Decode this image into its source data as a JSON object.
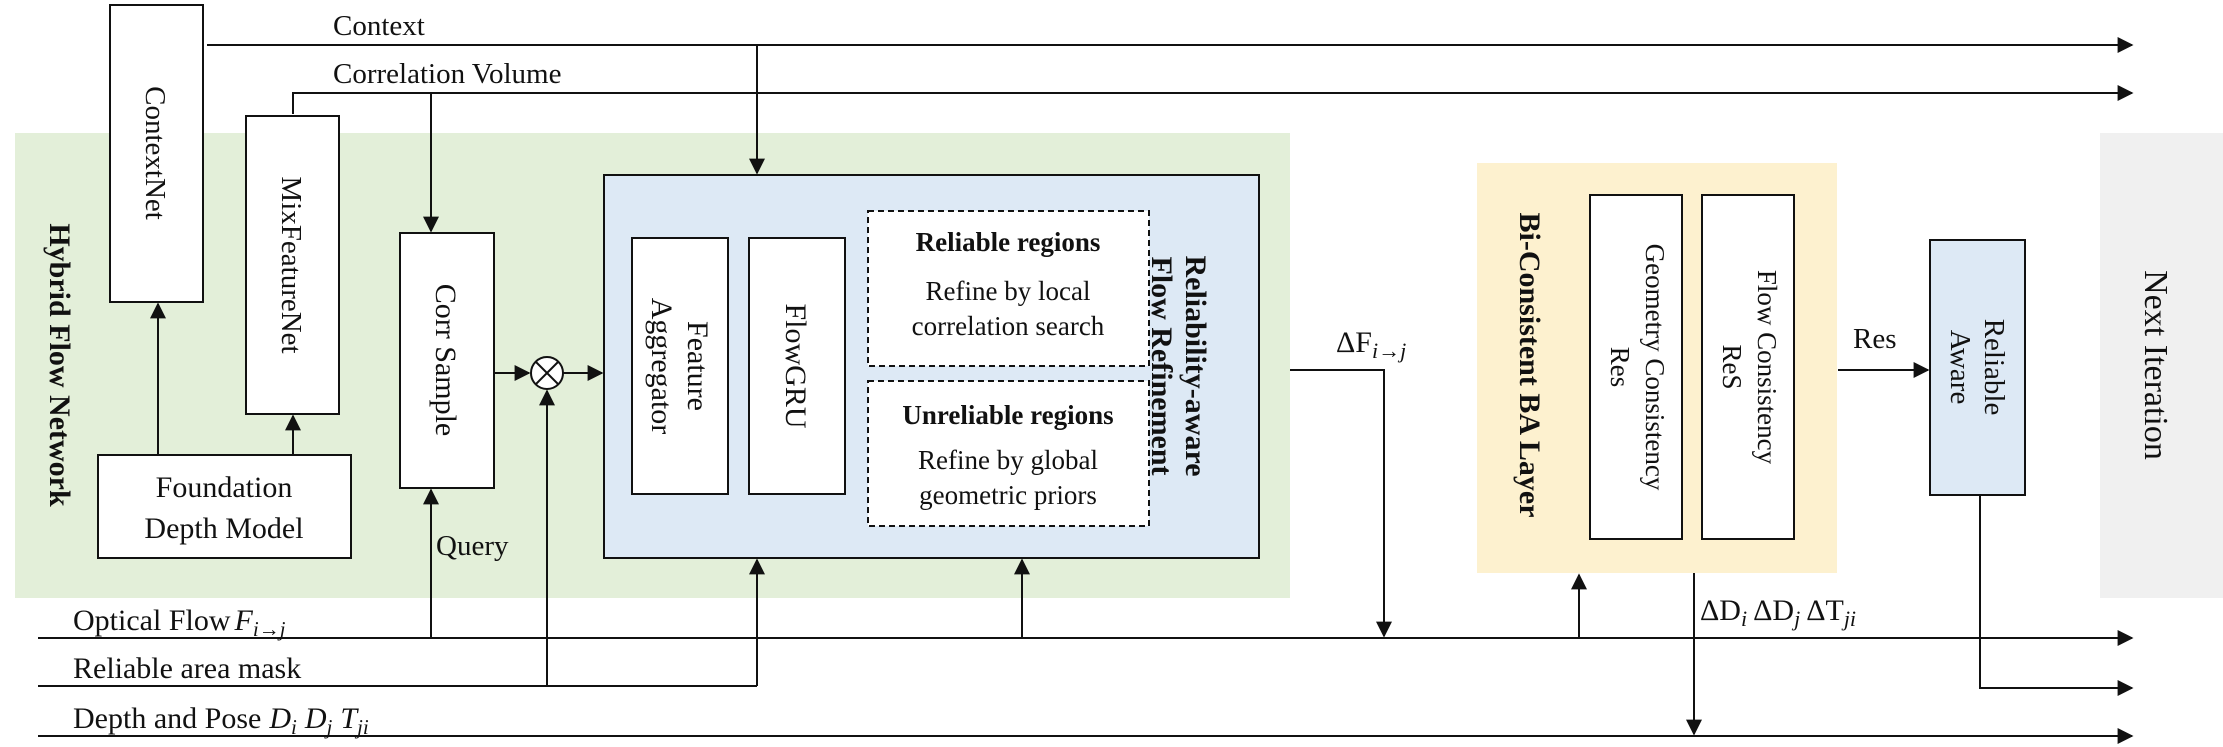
{
  "labels": {
    "context": "Context",
    "correlation_volume": "Correlation Volume",
    "hybrid_flow_network": "Hybrid Flow Network",
    "context_net": "ContextNet",
    "mix_feature_net": "MixFeatureNet",
    "foundation_depth_model_line1": "Foundation",
    "foundation_depth_model_line2": "Depth Model",
    "corr_sample": "Corr Sample",
    "query": "Query",
    "feature_aggregator_line1": "Feature",
    "feature_aggregator_line2": "Aggregator",
    "flow_gru": "FlowGRU",
    "reliable_regions_title": "Reliable regions",
    "reliable_regions_line1": "Refine by local",
    "reliable_regions_line2": "correlation search",
    "unreliable_regions_title": "Unreliable regions",
    "unreliable_regions_line1": "Refine by global",
    "unreliable_regions_line2": "geometric priors",
    "refinement_line1": "Reliability-aware",
    "refinement_line2": "Flow Refinement",
    "delta_flow_delta": "ΔF",
    "delta_flow_sub": "i→j",
    "ba_layer": "Bi-Consistent BA Layer",
    "geometry_consistency_line1": "Geometry Consistency",
    "geometry_consistency_line2": "Res",
    "flow_consistency_line1": "Flow Consistency",
    "flow_consistency_line2": "ReS",
    "res": "Res",
    "reliable_aware_line1": "Reliable",
    "reliable_aware_line2": "Aware",
    "next_iteration": "Next Iteration",
    "optical_flow": "Optical Flow",
    "optical_flow_symbol": "F",
    "optical_flow_sub": "i→j",
    "reliable_area_mask": "Reliable area mask",
    "depth_and_pose": "Depth and Pose",
    "depth_pose_d1": "D",
    "depth_pose_d1_sub": "i",
    "depth_pose_d2": "D",
    "depth_pose_d2_sub": "j",
    "depth_pose_t": "T",
    "depth_pose_t_sub": "ji",
    "delta_outputs_d1": "ΔD",
    "delta_outputs_d1_sub": "i",
    "delta_outputs_d2": "ΔD",
    "delta_outputs_d2_sub": "j",
    "delta_outputs_t": "ΔT",
    "delta_outputs_t_sub": "ji"
  },
  "colors": {
    "hybrid_region": "#e3efd9",
    "refinement_block": "#dde9f5",
    "ba_region": "#fdf1cf",
    "reliable_aware_box": "#dde9f5",
    "next_iteration_region": "#f0f0f0",
    "line": "#111111"
  }
}
